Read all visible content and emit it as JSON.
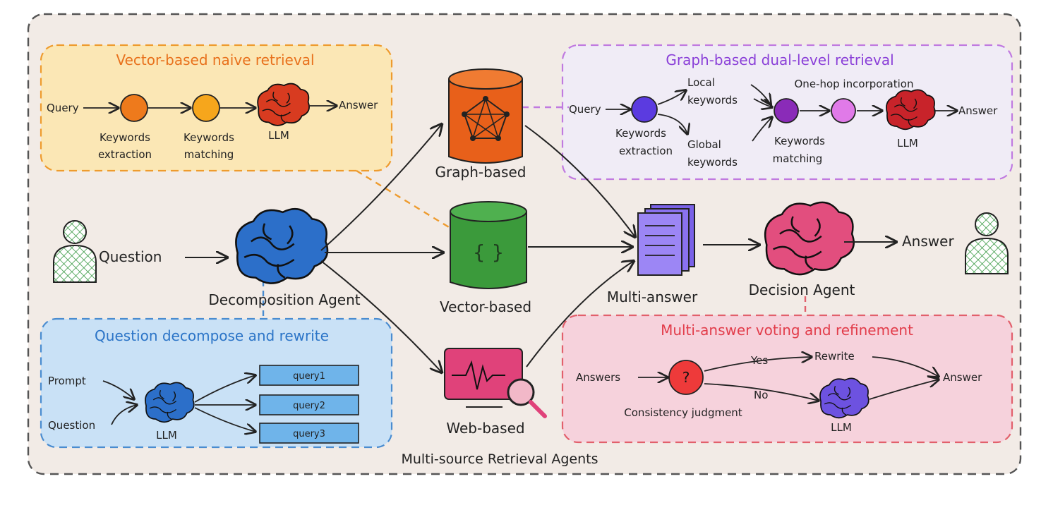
{
  "outer": {
    "title": "Multi-source Retrieval Agents"
  },
  "vector_panel": {
    "title": "Vector-based naive retrieval",
    "query": "Query",
    "step1": [
      "Keywords",
      "extraction"
    ],
    "step2": [
      "Keywords",
      "matching"
    ],
    "llm": "LLM",
    "answer": "Answer"
  },
  "graph_panel": {
    "title": "Graph-based dual-level retrieval",
    "query": "Query",
    "local": [
      "Local",
      "keywords"
    ],
    "global": [
      "Global",
      "keywords"
    ],
    "extraction": [
      "Keywords",
      "extraction"
    ],
    "one_hop": "One-hop incorporation",
    "matching": [
      "Keywords",
      "matching"
    ],
    "llm": "LLM",
    "answer": "Answer"
  },
  "decompose_panel": {
    "title": "Question decompose and rewrite",
    "prompt": "Prompt",
    "question": "Question",
    "llm": "LLM",
    "queries": [
      "query1",
      "query2",
      "query3"
    ]
  },
  "voting_panel": {
    "title": "Multi-answer voting and refinement",
    "answers": "Answers",
    "judge_symbol": "?",
    "judgment": "Consistency judgment",
    "yes": "Yes",
    "no": "No",
    "rewrite": "Rewrite",
    "llm": "LLM",
    "answer": "Answer"
  },
  "main_flow": {
    "question": "Question",
    "decomposition_agent": "Decomposition Agent",
    "graph_based": "Graph-based",
    "vector_based": "Vector-based",
    "vector_glyph": "{ }",
    "web_based": "Web-based",
    "multi_answer": "Multi-answer",
    "decision_agent": "Decision Agent",
    "answer": "Answer"
  },
  "colors": {
    "background_panel": "#f2ebe6",
    "vector_panel": "#fbe7b5",
    "vector_accent": "#ee7a1c",
    "graph_panel": "#f0ecf6",
    "graph_accent": "#a44be0",
    "decompose_panel": "#c9e1f6",
    "decompose_accent": "#2b74c7",
    "voting_panel": "#f6d2dc",
    "voting_accent": "#e23c4a",
    "graph_db": "#e8601a",
    "vector_db": "#3b9a3b",
    "web_db": "#e0427a",
    "brain_blue": "#2c6fc9",
    "brain_pink": "#e24e7e",
    "brain_red": "#d83b20",
    "brain_purple": "#6d52e0"
  }
}
